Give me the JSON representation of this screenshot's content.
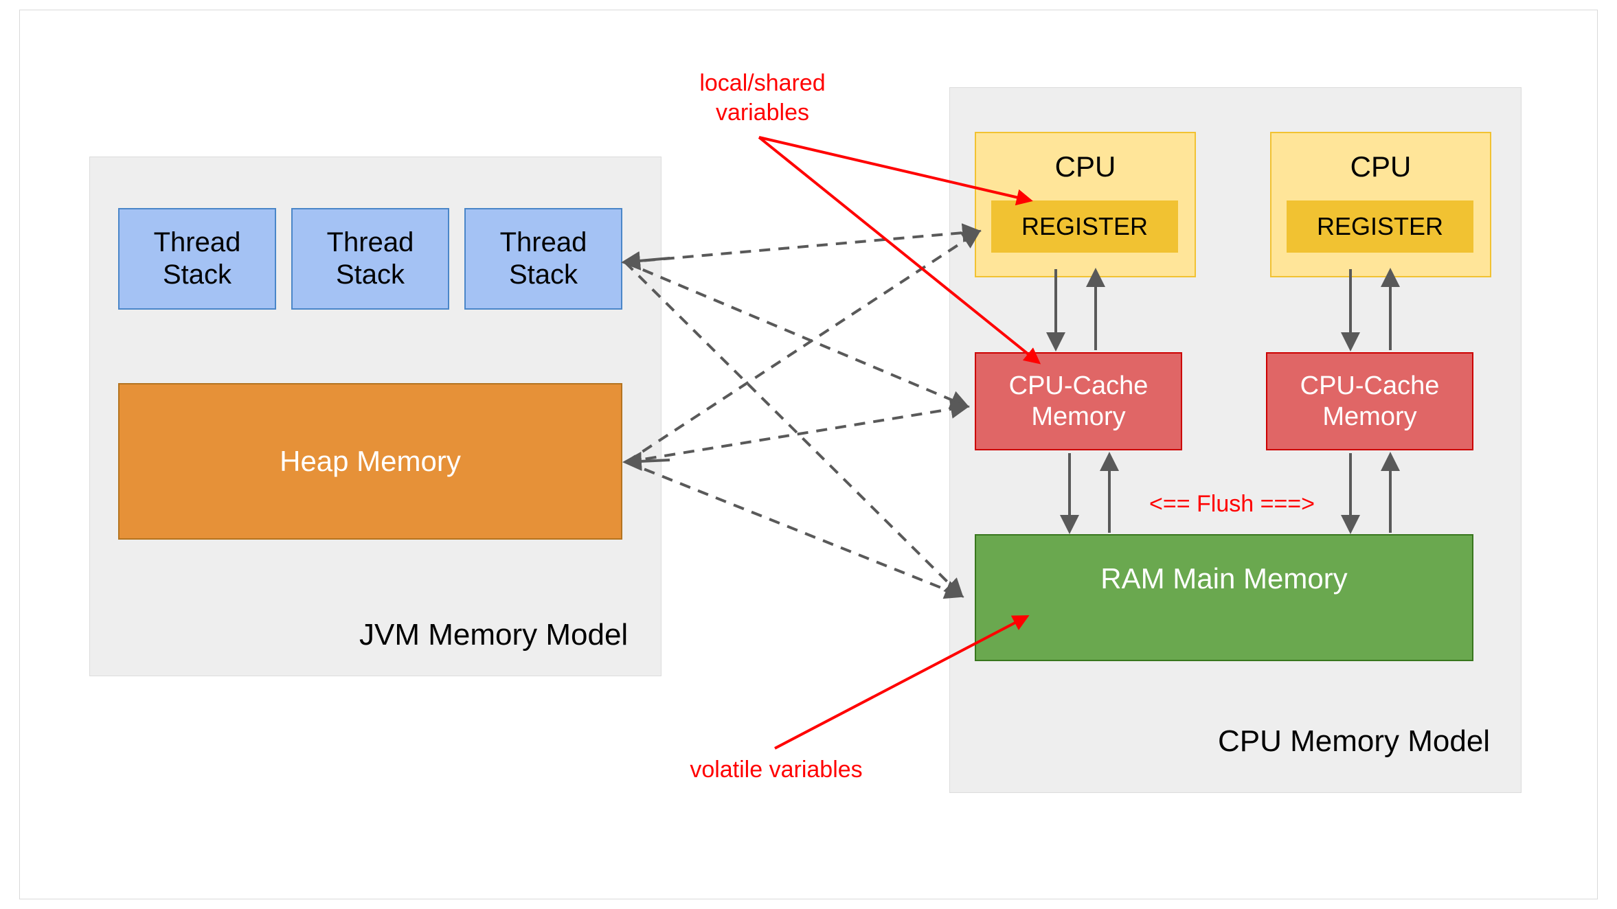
{
  "diagram": {
    "title_jvm": "JVM Memory Model",
    "title_cpu": "CPU Memory Model",
    "jvm": {
      "thread_stacks": [
        {
          "label": "Thread\nStack"
        },
        {
          "label": "Thread\nStack"
        },
        {
          "label": "Thread\nStack"
        }
      ],
      "heap": {
        "label": "Heap Memory"
      }
    },
    "cpu": {
      "cores": [
        {
          "cpu_label": "CPU",
          "register_label": "REGISTER",
          "cache_label": "CPU-Cache\nMemory"
        },
        {
          "cpu_label": "CPU",
          "register_label": "REGISTER",
          "cache_label": "CPU-Cache\nMemory"
        }
      ],
      "ram": {
        "label": "RAM Main Memory"
      },
      "flush_label": "<== Flush ===>"
    },
    "annotations": {
      "local_shared": "local/shared\nvariables",
      "volatile": "volatile variables"
    },
    "colors": {
      "thread_stack_fill": "#a4c2f4",
      "thread_stack_border": "#4a86c8",
      "heap_fill": "#e69138",
      "heap_border": "#b4731f",
      "cpu_fill": "#ffe599",
      "cpu_border": "#f1c232",
      "register_fill": "#f1c232",
      "cache_fill": "#e06666",
      "cache_border": "#cc0000",
      "ram_fill": "#6aa84f",
      "ram_border": "#38761d",
      "group_fill": "#eeeeee",
      "annotation_red": "#ff0000",
      "connector_gray": "#595959"
    }
  }
}
